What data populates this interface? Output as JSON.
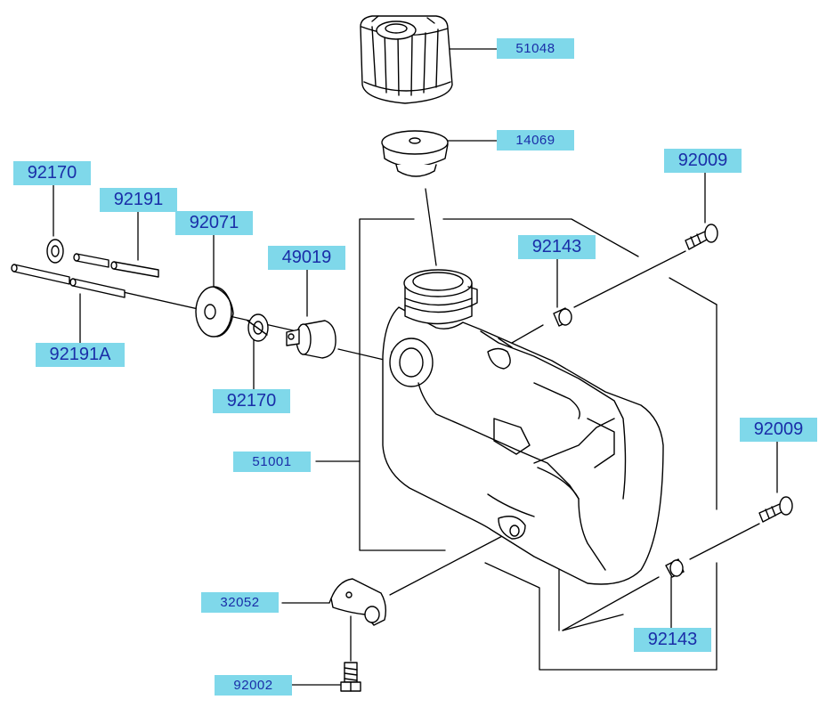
{
  "parts": {
    "p51048": "51048",
    "p14069": "14069",
    "p92009_top": "92009",
    "p92170_top": "92170",
    "p92191": "92191",
    "p92071": "92071",
    "p49019": "49019",
    "p92143_top": "92143",
    "p92191A": "92191A",
    "p92170_mid": "92170",
    "p51001": "51001",
    "p92009_right": "92009",
    "p32052": "32052",
    "p92143_bottom": "92143",
    "p92002": "92002"
  },
  "colors": {
    "label_bg": "#7fd8ea",
    "label_text": "#1a2ea8",
    "line": "#000000",
    "part_fill": "#ffffff"
  }
}
